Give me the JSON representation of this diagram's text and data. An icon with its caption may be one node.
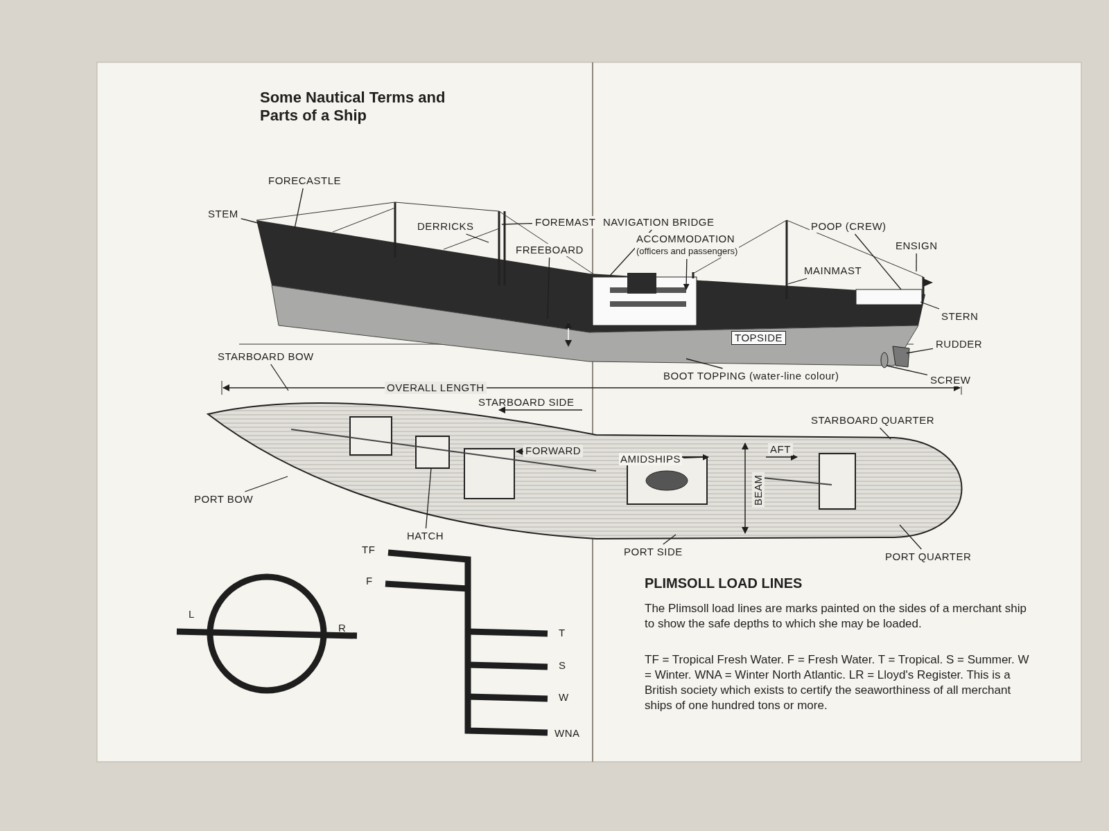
{
  "diagram": {
    "title": "Some Nautical Terms and Parts of a Ship",
    "nodes": [
      {
        "text": [
          "FORECASTLE"
        ]
      },
      {
        "text": [
          "STEM"
        ]
      },
      {
        "text": [
          "DERRICKS"
        ]
      },
      {
        "text": [
          "FOREMAST"
        ]
      },
      {
        "text": [
          "FREEBOARD"
        ]
      },
      {
        "text": [
          "NAVIGATION BRIDGE"
        ]
      },
      {
        "text": [
          "ACCOMMODATION",
          "(officers and passengers)"
        ]
      },
      {
        "text": [
          "POOP (CREW)"
        ]
      },
      {
        "text": [
          "ENSIGN"
        ]
      },
      {
        "text": [
          "MAINMAST"
        ]
      },
      {
        "text": [
          "STERN"
        ]
      },
      {
        "text": [
          "RUDDER"
        ]
      },
      {
        "text": [
          "SCREW"
        ]
      },
      {
        "text": [
          "BOOT TOPPING (water-line colour)"
        ]
      },
      {
        "text": [
          "STARBOARD BOW"
        ]
      },
      {
        "text": [
          "PORT BOW"
        ]
      },
      {
        "text": [
          "HATCH"
        ]
      },
      {
        "text": [
          "AMIDSHIPS"
        ]
      },
      {
        "text": [
          "STARBOARD QUARTER"
        ]
      },
      {
        "text": [
          "PORT QUARTER"
        ]
      },
      {
        "text": [
          "PORT SIDE"
        ]
      }
    ],
    "edges": [
      {
        "from": 0,
        "to": null,
        "arrow": "none"
      },
      {
        "from": 1,
        "to": null,
        "arrow": "none"
      },
      {
        "from": 2,
        "to": null,
        "arrow": "none"
      },
      {
        "from": 3,
        "to": null,
        "arrow": "none"
      },
      {
        "from": 4,
        "to": null,
        "arrow": "none"
      },
      {
        "from": 5,
        "to": null,
        "arrow": "none"
      },
      {
        "from": 6,
        "to": null,
        "arrow": "to"
      },
      {
        "from": 7,
        "to": null,
        "arrow": "none"
      },
      {
        "from": 8,
        "to": null,
        "arrow": "none"
      },
      {
        "from": 9,
        "to": null,
        "arrow": "none"
      },
      {
        "from": 10,
        "to": null,
        "arrow": "none"
      },
      {
        "from": 11,
        "to": null,
        "arrow": "none"
      },
      {
        "from": 12,
        "to": null,
        "arrow": "none"
      },
      {
        "from": 13,
        "to": null,
        "arrow": "none"
      },
      {
        "from": 14,
        "to": null,
        "arrow": "none"
      },
      {
        "from": 15,
        "to": null,
        "arrow": "none"
      },
      {
        "from": 16,
        "to": null,
        "arrow": "none"
      },
      {
        "from": 17,
        "to": null,
        "arrow": "to"
      },
      {
        "from": 18,
        "to": null,
        "arrow": "none"
      },
      {
        "from": 19,
        "to": null,
        "arrow": "none"
      },
      {
        "from": 20,
        "to": null,
        "arrow": "none"
      }
    ],
    "labels": [
      "OVERALL LENGTH",
      "STARBOARD SIDE",
      "FORWARD",
      "AFT",
      "BEAM",
      "TOPSIDE",
      "TF",
      "F",
      "L",
      "R",
      "T",
      "S",
      "W",
      "WNA",
      "PLIMSOLL LOAD LINES",
      "The Plimsoll load lines are marks painted on the sides of a merchant ship to show the safe depths to which she may be loaded.",
      "TF = Tropical Fresh Water. F = Fresh Water. T = Tropical. S = Summer. W = Winter. WNA = Winter North Atlantic. LR = Lloyd's Register. This is a British society which exists to certify the seaworthiness of all merchant ships of one hundred tons or more."
    ]
  }
}
